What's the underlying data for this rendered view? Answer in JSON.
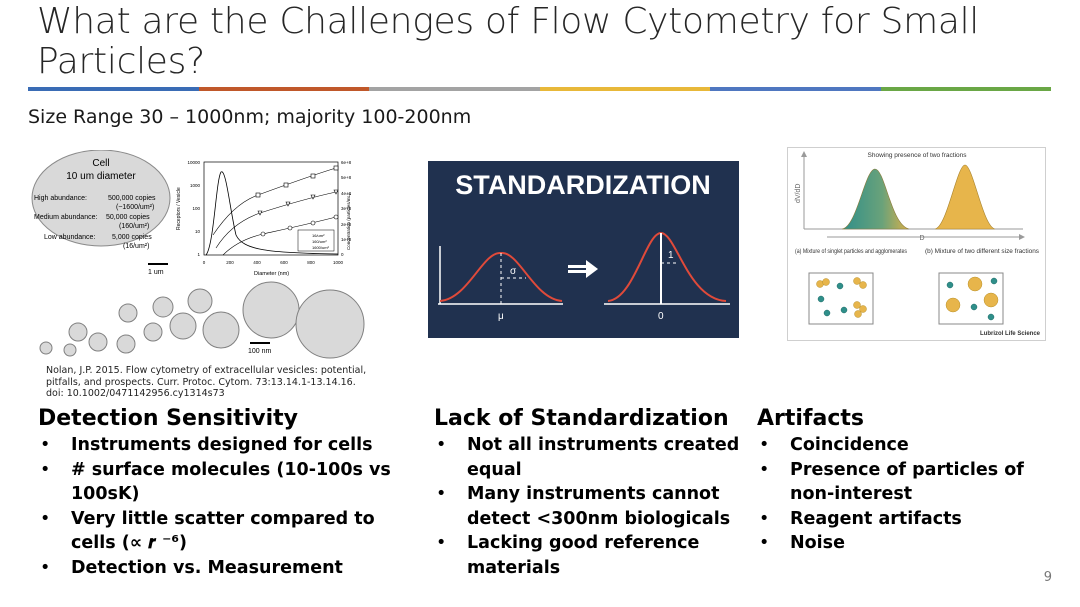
{
  "slide": {
    "title": "What are the Challenges of Flow Cytometry for Small Particles?",
    "subtitle": "Size Range 30 – 1000nm; majority 100-200nm",
    "page_number": "9",
    "rule_colors": [
      "#3a6cb5",
      "#c0582a",
      "#a3a3a3",
      "#e8b839",
      "#4f77c0",
      "#6aa746"
    ]
  },
  "cell_figure": {
    "cell_label": "Cell",
    "cell_diameter": "10 um diameter",
    "rows": [
      {
        "label": "High abundance:",
        "value": "500,000 copies",
        "density": "(~1600/um²)"
      },
      {
        "label": "Medium abundance:",
        "value": "50,000 copies",
        "density": "(160/um²)"
      },
      {
        "label": "Low abundance:",
        "value": "5,000 copies",
        "density": "(16/um²)"
      }
    ],
    "scale_cell": "1 um",
    "scale_particles": "100 nm",
    "y_axis_left": "Receptors / Vesicle",
    "y_axis_right": "Concentration (particles/mL)",
    "x_axis": "Diameter (nm)",
    "y_ticks_left": [
      "10000",
      "1000",
      "100",
      "10",
      "1"
    ],
    "y_ticks_right": [
      "6e+8",
      "5e+8",
      "4e+8",
      "3e+8",
      "2e+8",
      "1e+8",
      "0"
    ],
    "x_ticks": [
      "0",
      "200",
      "400",
      "600",
      "800",
      "1000"
    ],
    "legend": [
      "16/um²",
      "160/um²",
      "1600/um²"
    ]
  },
  "citation": "Nolan, J.P. 2015. Flow cytometry of extracellular vesicles: potential, pitfalls, and prospects. Curr. Protoc. Cytom. 73:13.14.1-13.14.16. doi: 10.1002/0471142956.cy1314s73",
  "standardization_figure": {
    "banner": "STANDARDIZATION",
    "sigma": "σ",
    "mu": "μ",
    "one": "1",
    "zero": "0"
  },
  "fractions_figure": {
    "header": "Showing presence of two fractions",
    "y_axis": "dV/dD",
    "x_axis": "D",
    "caption_a": "(a) Mixture of singlet particles and agglomerates",
    "caption_b": "(b) Mixture of two different size fractions",
    "credit": "Lubrizol Life Science"
  },
  "columns": [
    {
      "heading": "Detection Sensitivity",
      "bullets": [
        "Instruments designed for cells",
        "# surface molecules (10-100s vs 100sK)",
        "Very little scatter compared to cells (∝ 𝒓 ⁻⁶)",
        "Detection vs. Measurement"
      ]
    },
    {
      "heading": "Lack of Standardization",
      "bullets": [
        "Not all instruments created equal",
        "Many instruments cannot detect <300nm biologicals",
        "Lacking good reference materials"
      ]
    },
    {
      "heading": "Artifacts",
      "bullets": [
        "Coincidence",
        "Presence of particles of non-interest",
        "Reagent artifacts",
        "Noise"
      ]
    }
  ]
}
